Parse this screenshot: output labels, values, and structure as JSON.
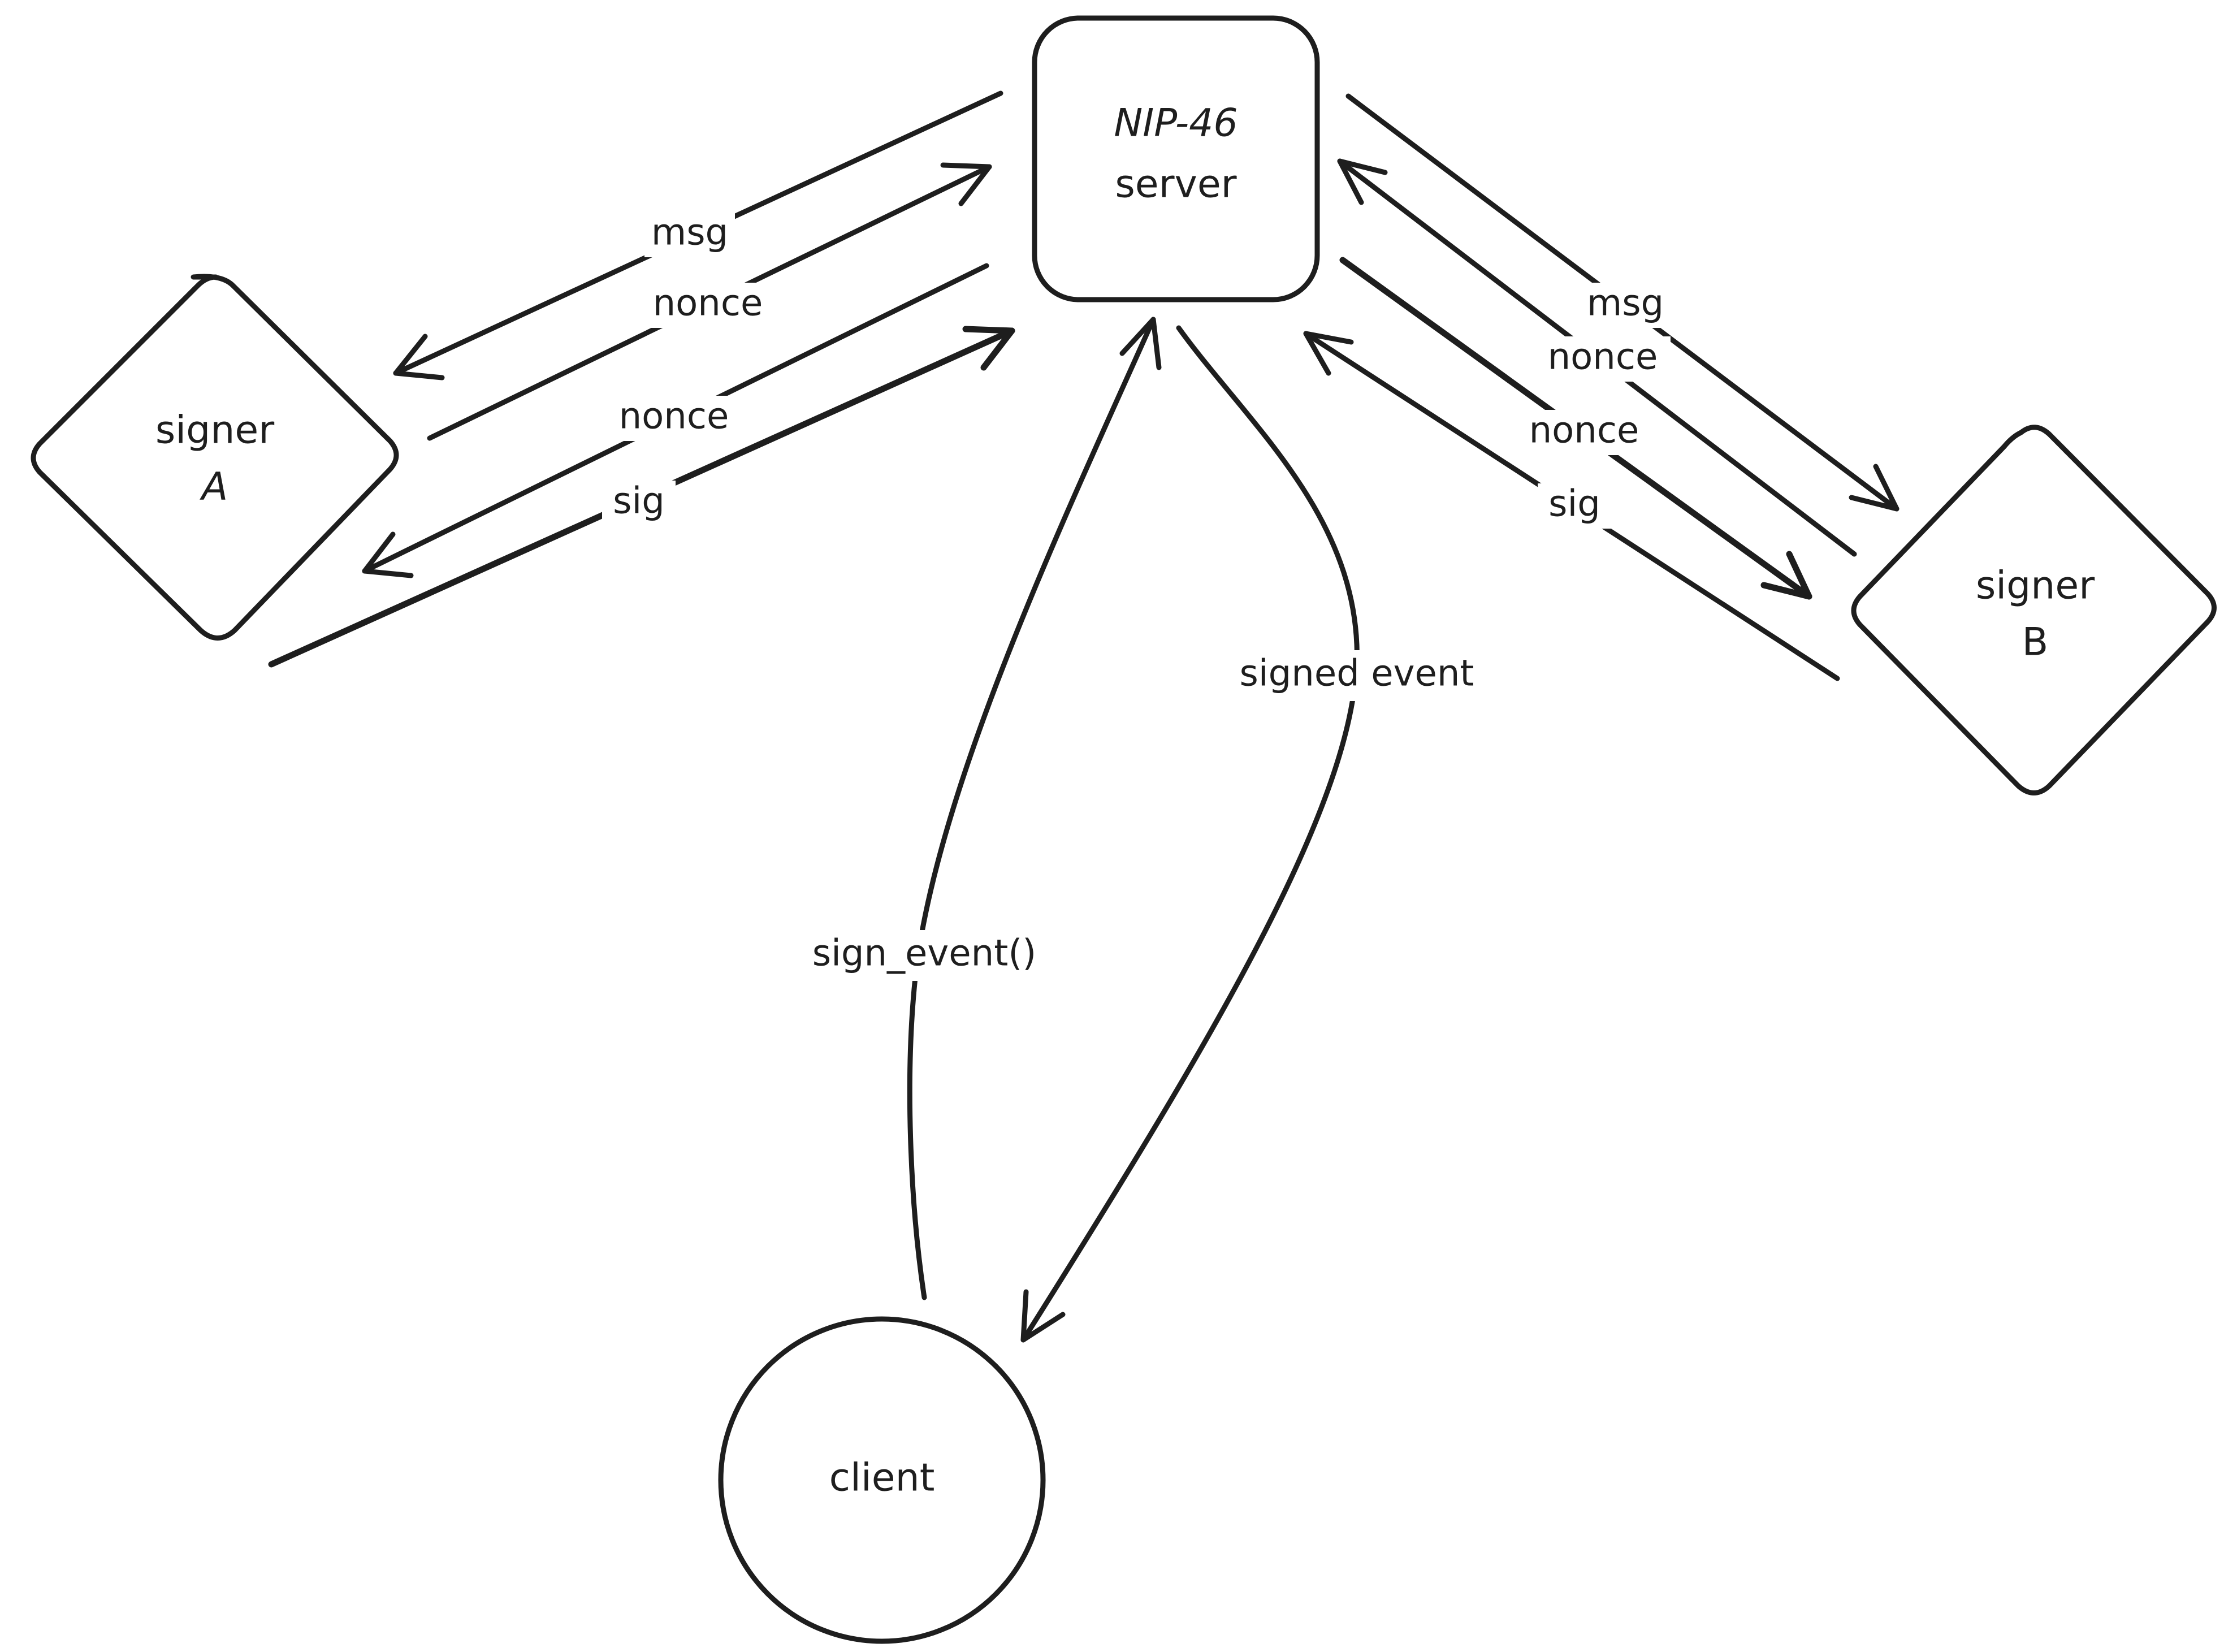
{
  "nodes": {
    "server": {
      "line1": "NIP-46",
      "line2": "server"
    },
    "signer_a": {
      "line1": "signer",
      "line2": "A"
    },
    "signer_b": {
      "line1": "signer",
      "line2": "B"
    },
    "client": {
      "label": "client"
    }
  },
  "edges": {
    "a_msg": "msg",
    "a_nonce_up": "nonce",
    "a_nonce_down": "nonce",
    "a_sig": "sig",
    "b_msg": "msg",
    "b_nonce_up": "nonce",
    "b_nonce_down": "nonce",
    "b_sig": "sig",
    "client_request": "sign_event()",
    "client_response": "signed event"
  }
}
